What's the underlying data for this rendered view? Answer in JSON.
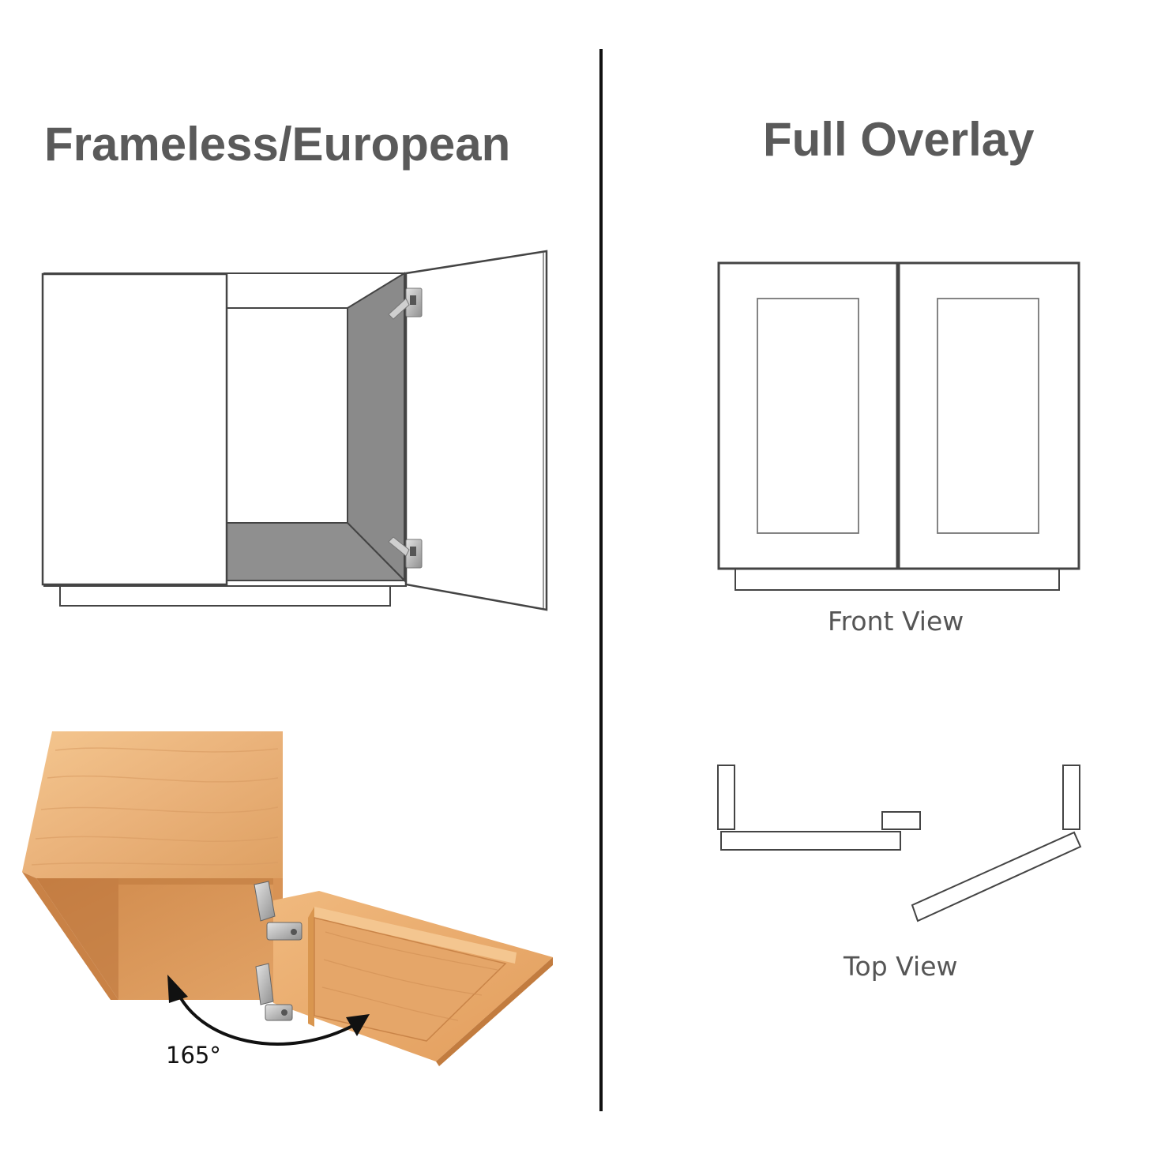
{
  "left_panel": {
    "title": "Frameless/European",
    "angle_label": "165°"
  },
  "right_panel": {
    "title": "Full Overlay",
    "front_caption": "Front View",
    "top_caption": "Top View"
  },
  "colors": {
    "title_text": "#5a5a5a",
    "caption_text": "#555555",
    "outline": "#444444",
    "divider": "#111111",
    "cabinet_interior_gray": "#8a8a8a",
    "wood_light": "#f2c08a",
    "wood_mid": "#e3a468",
    "wood_dark": "#c98448",
    "hinge_metal": "#b9b9b9",
    "arrow": "#111111"
  }
}
